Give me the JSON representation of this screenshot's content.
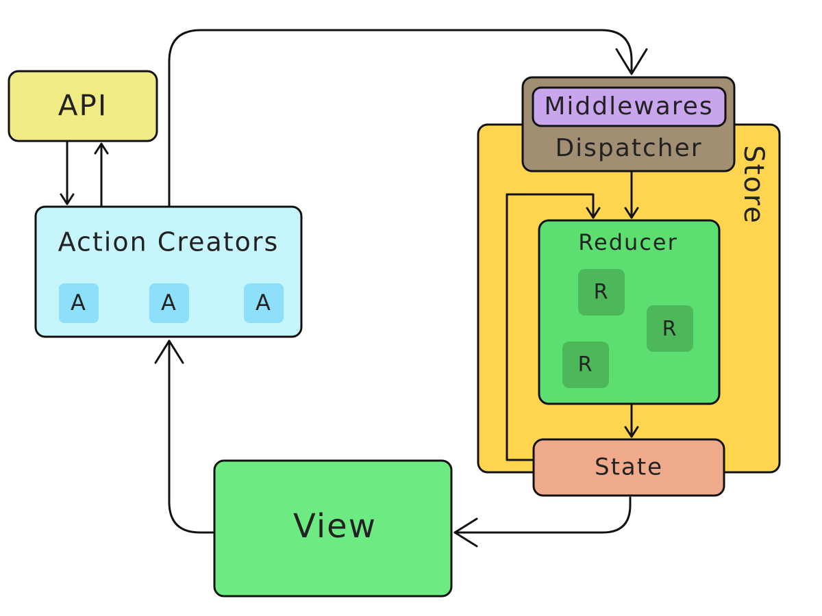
{
  "nodes": {
    "api": {
      "label": "API"
    },
    "action_creators": {
      "label": "Action Creators",
      "items": [
        "A",
        "A",
        "A"
      ]
    },
    "view": {
      "label": "View"
    },
    "store": {
      "label": "Store"
    },
    "dispatcher": {
      "label": "Dispatcher"
    },
    "middlewares": {
      "label": "Middlewares"
    },
    "reducer": {
      "label": "Reducer",
      "items": [
        "R",
        "R",
        "R"
      ]
    },
    "state": {
      "label": "State"
    }
  },
  "colors": {
    "api": "#F1EB85",
    "action_creators": "#C6F5FB",
    "action_item": "#8EE0FA",
    "view": "#6EEA82",
    "store": "#FFD54F",
    "dispatcher": "#A28E73",
    "middlewares": "#C9A5EE",
    "reducer": "#5DDE70",
    "reducer_item": "#4DB85A",
    "state": "#EFA98B",
    "stroke": "#111111"
  }
}
